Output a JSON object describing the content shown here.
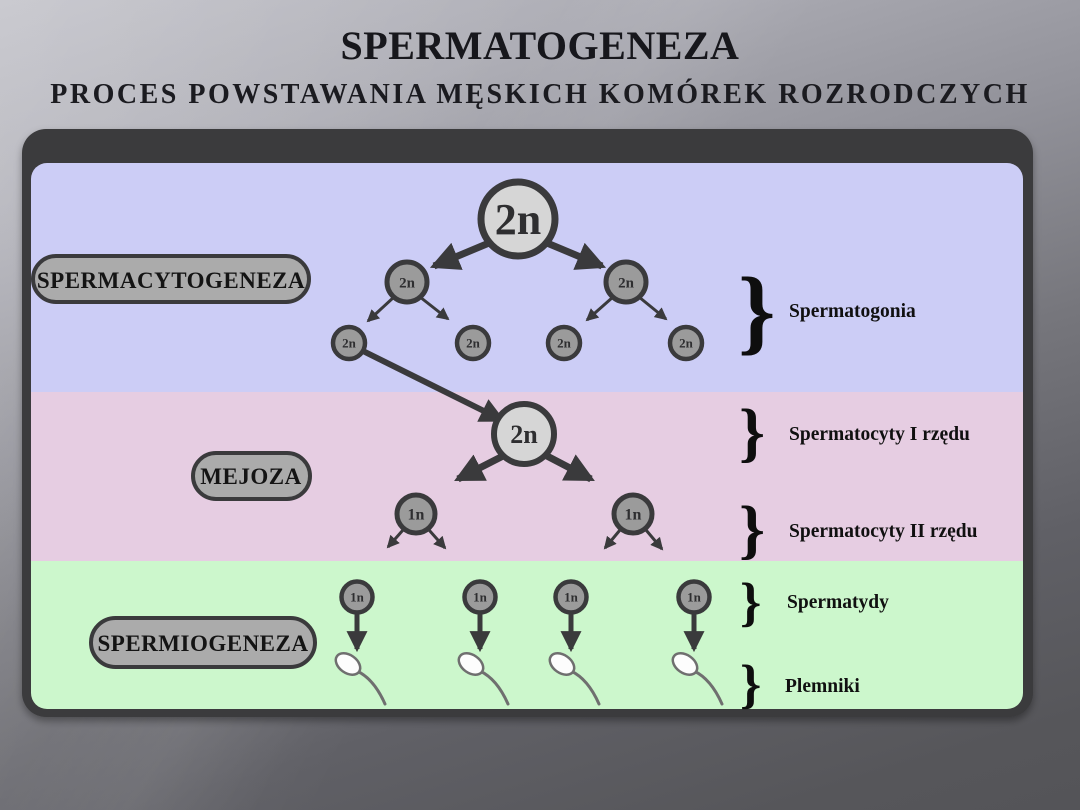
{
  "title": "SPERMATOGENEZA",
  "subtitle": "PROCES POWSTAWANIA MĘSKICH KOMÓREK ROZRODCZYCH",
  "stages": {
    "spermacytogeneza": "SPERMACYTOGENEZA",
    "mejoza": "MEJOZA",
    "spermiogeneza": "SPERMIOGENEZA"
  },
  "cells": {
    "diploid": "2n",
    "haploid": "1n"
  },
  "annotations": {
    "brace": "}",
    "spermatogonia": "Spermatogonia",
    "spermatocyty_1": "Spermatocyty I rzędu",
    "spermatocyty_2": "Spermatocyty II rzędu",
    "spermatydy": "Spermatydy",
    "plemniki": "Plemniki"
  },
  "colors": {
    "band_spermacytogeneza": "#cccdf6",
    "band_mejoza": "#e6cde2",
    "band_spermiogeneza": "#ccf7cc",
    "frame": "#3a3a3c",
    "cell_light": "#d6d6d6",
    "cell_dark": "#9b9b9b",
    "pill_fill": "#ababab"
  }
}
